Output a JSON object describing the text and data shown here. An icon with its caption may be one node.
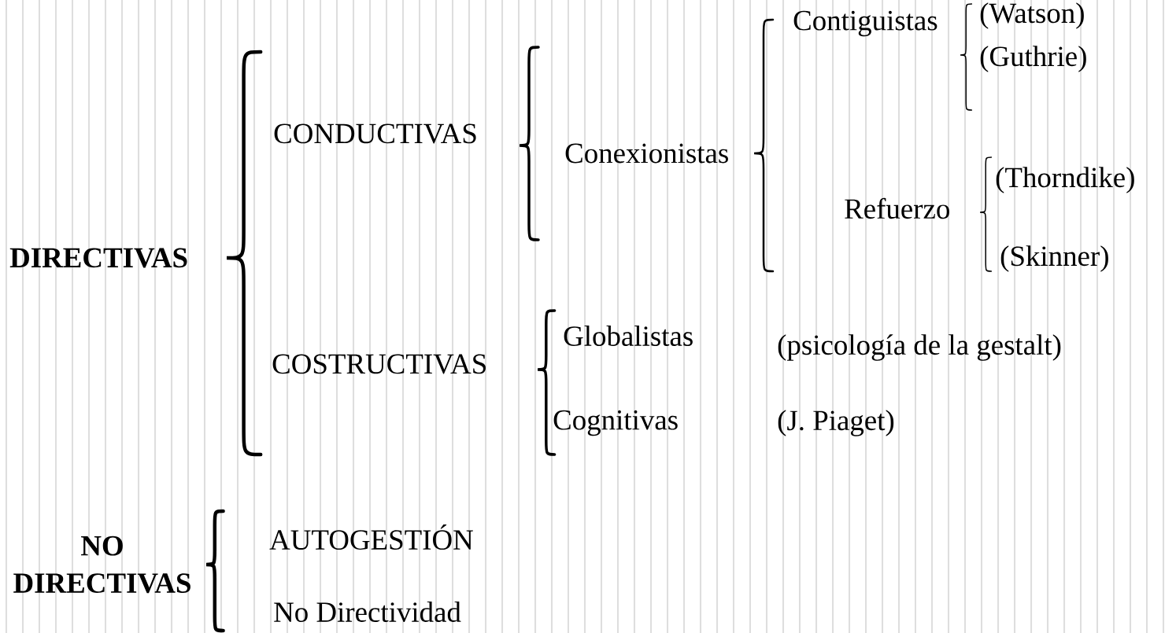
{
  "diagram": {
    "labels": [
      "DIRECTIVAS",
      "CONDUCTIVAS",
      "Conexionistas",
      "Contiguistas",
      "(Watson)",
      "(Guthrie)",
      "Refuerzo",
      "(Thorndike)",
      "(Skinner)",
      "COSTRUCTIVAS",
      "Globalistas",
      "(psicología de la gestalt)",
      "Cognitivas",
      "(J. Piaget)",
      "NO DIRECTIVAS",
      "AUTOGESTIÓN",
      "No Directividad"
    ]
  }
}
